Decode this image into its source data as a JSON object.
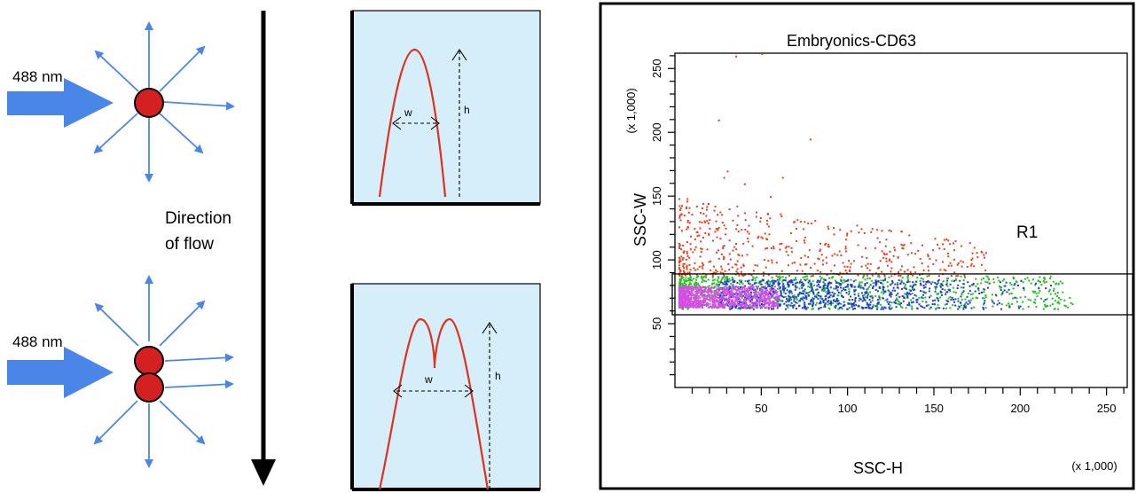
{
  "left": {
    "laser_label_top": "488 nm",
    "laser_label_bottom": "488 nm",
    "flow_label_line1": "Direction",
    "flow_label_line2": "of flow",
    "colors": {
      "arrow": "#4a86e8",
      "particle": "#d42020",
      "flow_arrow": "#000000"
    }
  },
  "pulses": {
    "single": {
      "width_label": "w",
      "height_label": "h"
    },
    "doublet": {
      "width_label": "w",
      "height_label": "h"
    },
    "colors": {
      "panel_bg": "#d6eefa",
      "curve": "#e0301e"
    }
  },
  "plot": {
    "title": "Embryonics-CD63",
    "gate_label": "R1",
    "colors": {
      "red": "#e8401e",
      "green": "#22c01e",
      "blue": "#1e3cd8",
      "magenta": "#d84ce8"
    }
  },
  "chart_data": {
    "type": "scatter",
    "title": "Embryonics-CD63",
    "xlabel": "SSC-H",
    "ylabel": "SSC-W",
    "x_unit_label": "(x 1,000)",
    "y_unit_label": "(x 1,000)",
    "xlim": [
      0,
      262
    ],
    "ylim": [
      0,
      262
    ],
    "x_ticks": [
      50,
      100,
      150,
      200,
      250
    ],
    "y_ticks": [
      50,
      100,
      150,
      200,
      250
    ],
    "gate": {
      "name": "R1",
      "x": [
        0,
        262
      ],
      "y": [
        57,
        89
      ]
    },
    "series": [
      {
        "color": "red",
        "x_range": [
          2,
          180
        ],
        "y_range": [
          88,
          150
        ],
        "points": [
          [
            25,
            210
          ],
          [
            30,
            170
          ],
          [
            35,
            260
          ],
          [
            50,
            262
          ],
          [
            78,
            195
          ],
          [
            40,
            160
          ],
          [
            18,
            140
          ],
          [
            28,
            165
          ],
          [
            62,
            165
          ],
          [
            55,
            150
          ]
        ]
      },
      {
        "color": "green",
        "x_range": [
          2,
          230
        ],
        "y_range": [
          62,
          88
        ]
      },
      {
        "color": "blue",
        "x_range": [
          25,
          225
        ],
        "y_range": [
          62,
          85
        ]
      },
      {
        "color": "magenta",
        "x_range": [
          2,
          60
        ],
        "y_range": [
          63,
          80
        ]
      }
    ]
  }
}
